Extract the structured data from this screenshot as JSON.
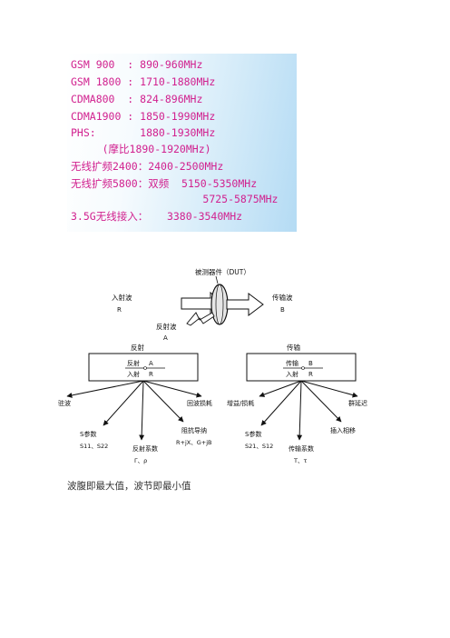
{
  "bands": [
    {
      "text": "GSM 900  : 890-960MHz"
    },
    {
      "text": "GSM 1800 : 1710-1880MHz"
    },
    {
      "text": "CDMA800  : 824-896MHz"
    },
    {
      "text": "CDMA1900 : 1850-1990MHz"
    },
    {
      "text": "PHS:       1880-1930MHz"
    },
    {
      "text": "     (摩比1890-1920MHz)"
    },
    {
      "text": "无线扩频2400：2400-2500MHz"
    },
    {
      "text": "无线扩频5800：双频  5150-5350MHz"
    },
    {
      "text": "                     5725-5875MHz"
    },
    {
      "text": "3.5G无线接入：   3380-3540MHz"
    }
  ],
  "diagram": {
    "dut_label": "被测器件（DUT）",
    "incident_label": "入射波",
    "incident_symbol": "R",
    "transmitted_label": "传输波",
    "transmitted_symbol": "B",
    "reflected_label": "反射波",
    "reflected_symbol": "A",
    "reflection": {
      "title": "反射",
      "box_top": "反射",
      "box_top_symbol": "A",
      "box_bottom": "入射",
      "box_bottom_symbol": "R",
      "outputs": [
        {
          "label": "驻波"
        },
        {
          "label": "S参数",
          "sub": "S11、S22"
        },
        {
          "label": "反射系数",
          "sub": "Γ、ρ"
        },
        {
          "label": "阻抗导纳",
          "sub": "R+jX、G+jB"
        },
        {
          "label": "回波损耗"
        }
      ]
    },
    "transmission": {
      "title": "传输",
      "box_top": "传输",
      "box_top_symbol": "B",
      "box_bottom": "入射",
      "box_bottom_symbol": "R",
      "outputs": [
        {
          "label": "增益/损耗"
        },
        {
          "label": "S参数",
          "sub": "S21、S12"
        },
        {
          "label": "传输系数",
          "sub": "T、τ"
        },
        {
          "label": "插入相移"
        },
        {
          "label": "群延迟"
        }
      ]
    }
  },
  "caption": "波腹即最大值，波节即最小值"
}
